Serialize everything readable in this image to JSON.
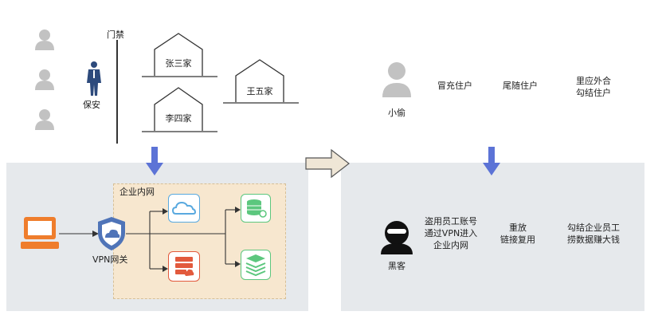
{
  "village": {
    "gate_label": "门禁",
    "guard_label": "保安",
    "houses": [
      "张三家",
      "李四家",
      "王五家"
    ]
  },
  "network": {
    "intranet_label": "企业内网",
    "vpn_label": "VPN网关"
  },
  "thief": {
    "name": "小偷",
    "methods": [
      "冒充住户",
      "尾随住户",
      "里应外合\n勾结住户"
    ]
  },
  "hacker": {
    "name": "黑客",
    "methods": [
      "盗用员工账号\n通过VPN进入\n企业内网",
      "重放\n链接复用",
      "勾结企业员工\n捞数据赚大钱"
    ]
  },
  "colors": {
    "panel_bg": "#e6e9ec",
    "intranet_bg": "#f7e7cf",
    "intranet_border": "#dcc9a6",
    "arrow_blue": "#5c73d6",
    "big_arrow": "#e8dcc8",
    "laptop_orange": "#ef7d2c",
    "shield_blue": "#4f74b8",
    "cloud_blue": "#59a9df",
    "server_red": "#e25a3d",
    "db_green": "#5cc77e",
    "person_gray": "#c2c2c2"
  }
}
